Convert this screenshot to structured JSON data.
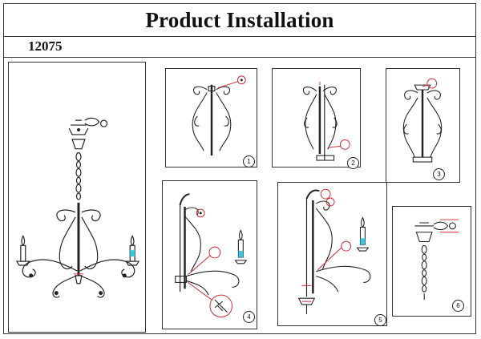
{
  "header": {
    "title": "Product Installation",
    "model_number": "12075"
  },
  "steps": [
    {
      "number": "1"
    },
    {
      "number": "2"
    },
    {
      "number": "3"
    },
    {
      "number": "4"
    },
    {
      "number": "5"
    },
    {
      "number": "6"
    }
  ],
  "colors": {
    "line": "#222222",
    "callout": "#d0282e",
    "candle_accent": "#38c6d9"
  }
}
